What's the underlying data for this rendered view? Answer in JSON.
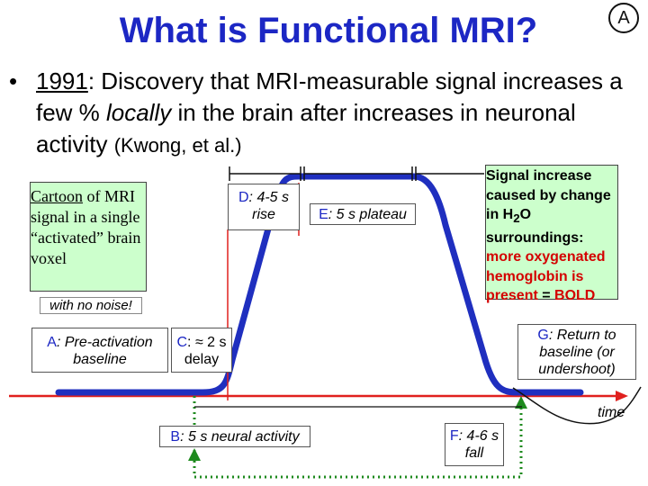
{
  "title": "What is Functional MRI?",
  "corner_badge": "A",
  "bullet": {
    "year": "1991",
    "part1": ": Discovery that MRI-measurable signal increases a few % ",
    "locally": "locally",
    "part2": " in the brain after increases in neuronal activity ",
    "cite": "(Kwong, et al.)"
  },
  "cartoon": {
    "word1": "Cartoon",
    "rest": " of MRI signal in a single “activated” brain voxel",
    "no_noise": "with no noise!"
  },
  "phases": {
    "A": {
      "letter": "A",
      "text": ": Pre-activation baseline"
    },
    "B": {
      "letter": "B",
      "text": ": 5 s neural activity"
    },
    "C": {
      "letter": "C",
      "text": ": ≈ 2 s delay"
    },
    "D": {
      "letter": "D",
      "text": ": 4-5 s rise"
    },
    "E": {
      "letter": "E",
      "text": ": 5 s plateau"
    },
    "F": {
      "letter": "F",
      "text": ": 4-6 s fall"
    },
    "G": {
      "letter": "G",
      "text": ": Return to baseline (or undershoot)"
    }
  },
  "signal_box": {
    "line1": "Signal increase caused by change in H",
    "sub": "2",
    "line2": "O surroundings:",
    "red": "more oxygenated hemoglobin is present",
    "eq": " = ",
    "bold": "BOLD"
  },
  "axis_label": "time",
  "colors": {
    "title": "#1c27c4",
    "curve": "#1f2fbf",
    "axis": "#e0201e",
    "green": "#1e8a1e",
    "box_bg": "#ccffcc",
    "letter": "#1c27c4"
  }
}
